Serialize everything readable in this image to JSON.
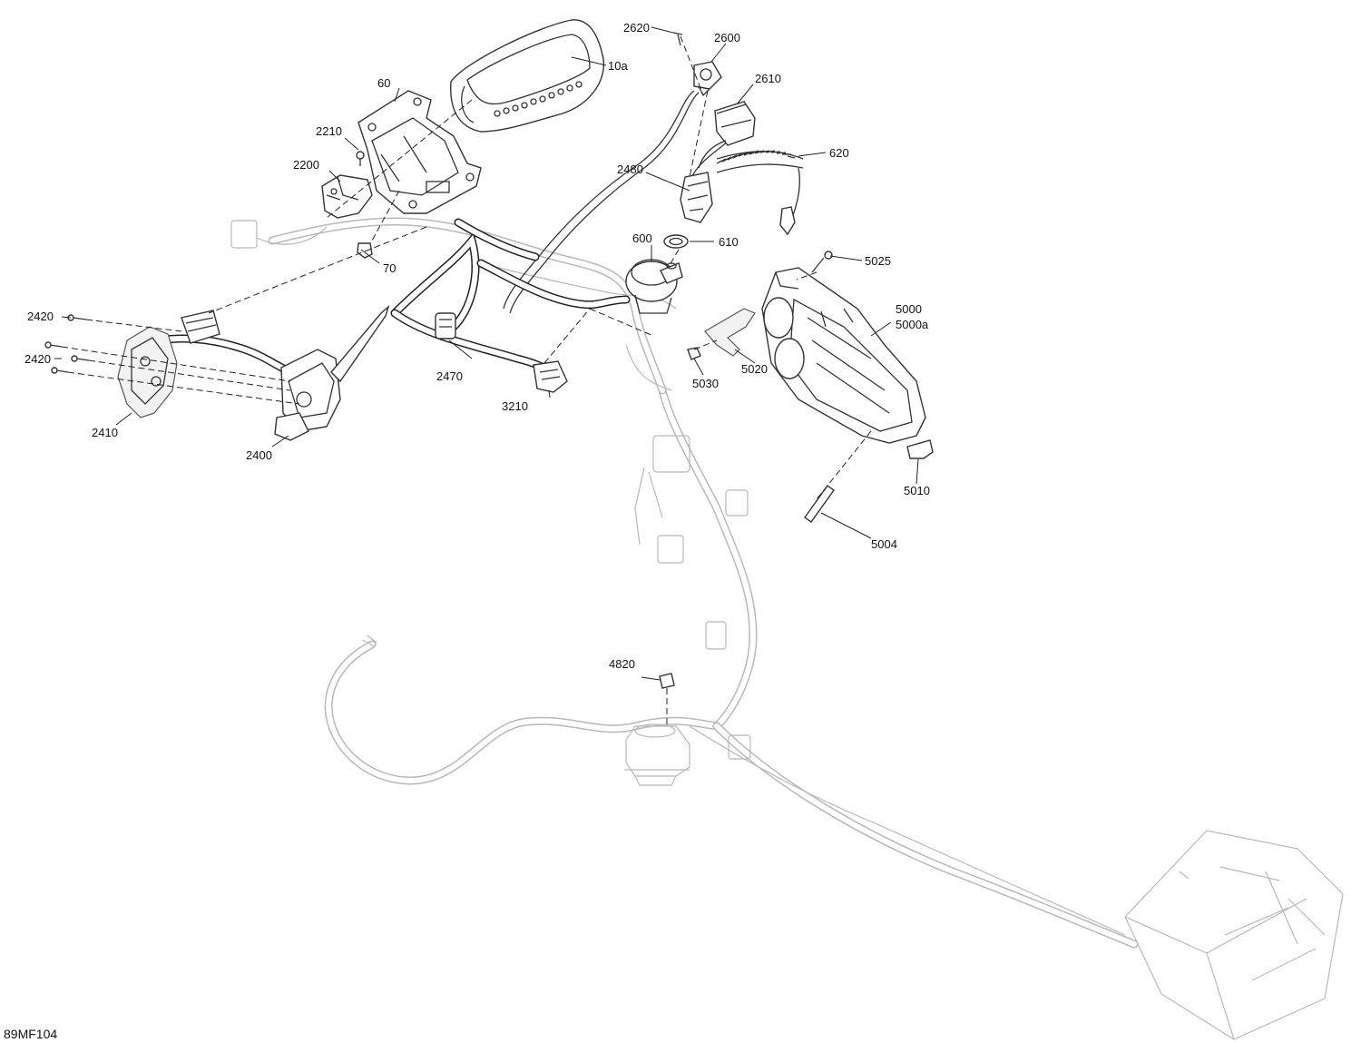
{
  "figure_code": "89MF104",
  "labels": {
    "p10a": "10a",
    "p60": "60",
    "p70": "70",
    "p600": "600",
    "p610": "610",
    "p620": "620",
    "p2200": "2200",
    "p2210": "2210",
    "p2400": "2400",
    "p2410": "2410",
    "p2420a": "2420",
    "p2420b": "2420",
    "p2470": "2470",
    "p2480": "2480",
    "p2600": "2600",
    "p2610": "2610",
    "p2620": "2620",
    "p3210": "3210",
    "p4820": "4820",
    "p5000": "5000",
    "p5000a": "5000a",
    "p5004": "5004",
    "p5010": "5010",
    "p5020": "5020",
    "p5025": "5025",
    "p5030": "5030"
  }
}
